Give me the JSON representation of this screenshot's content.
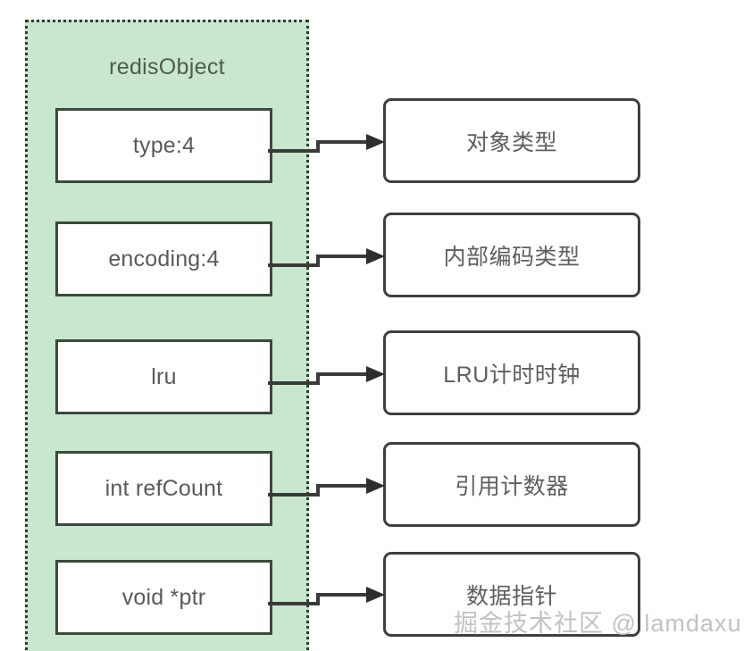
{
  "diagram": {
    "title": "redisObject",
    "struct_name": "redisObject",
    "fields": [
      {
        "name": "type:4",
        "description": "对象类型"
      },
      {
        "name": "encoding:4",
        "description": "内部编码类型"
      },
      {
        "name": "lru",
        "description": "LRU计时时钟"
      },
      {
        "name": "int refCount",
        "description": "引用计数器"
      },
      {
        "name": "void *ptr",
        "description": "数据指针"
      }
    ],
    "watermark": "掘金技术社区 @ lamdaxu",
    "colors": {
      "panel_fill": "#c9e6cf",
      "panel_border": "#2e3b2f",
      "field_border": "#3b4a3c",
      "desc_border": "#3f3f3f",
      "text": "#5a5a5a",
      "title_text": "#4d5d4e",
      "connector": "#3a3a3a",
      "watermark": "#c2c2c2",
      "background": "#ffffff"
    }
  }
}
